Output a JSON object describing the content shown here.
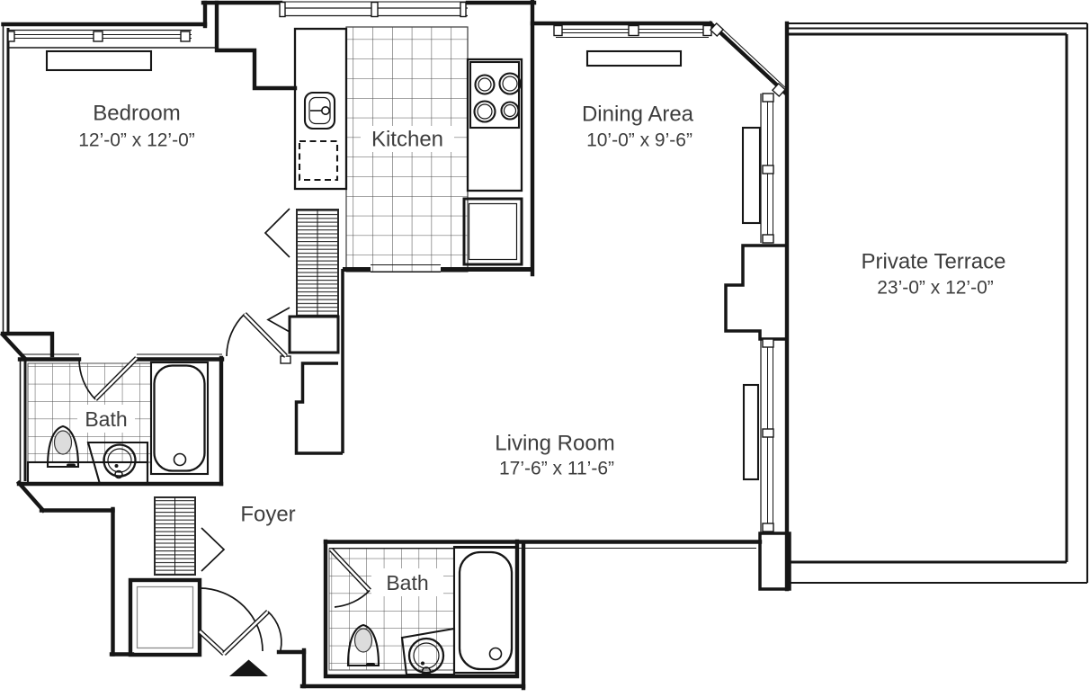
{
  "rooms": {
    "bedroom": {
      "name": "Bedroom",
      "dims": "12’-0” x 12’-0”"
    },
    "kitchen": {
      "name": "Kitchen"
    },
    "dining": {
      "name": "Dining Area",
      "dims": "10’-0” x 9’-6”"
    },
    "terrace": {
      "name": "Private Terrace",
      "dims": "23’-0” x 12’-0”"
    },
    "living": {
      "name": "Living Room",
      "dims": "17’-6” x 11’-6”"
    },
    "bath_left": {
      "name": "Bath"
    },
    "bath_lower": {
      "name": "Bath"
    },
    "foyer": {
      "name": "Foyer"
    }
  },
  "fixtures": {
    "kitchen": [
      "sink-icon",
      "dishwasher-dashed-icon",
      "range-4-burner-icon",
      "refrigerator-icon",
      "tile-floor"
    ],
    "bath_left": [
      "toilet-icon",
      "vanity-sink-icon",
      "bathtub-icon",
      "tile-floor",
      "swing-door"
    ],
    "bath_lower": [
      "toilet-icon",
      "vanity-sink-icon",
      "bathtub-icon",
      "tile-floor",
      "swing-door"
    ],
    "bedroom": [
      "window-band",
      "dresser-icon",
      "closet-shelves",
      "bifold-closet-door",
      "swing-door"
    ],
    "dining": [
      "window-band",
      "corner-window",
      "cabinet-icon",
      "radiator-icon"
    ],
    "living": [
      "radiator-icon",
      "window-wall"
    ],
    "terrace": [
      "parapet-railing",
      "terrace-door-pier"
    ],
    "foyer": [
      "coat-closet-shelves",
      "utility-closet-box",
      "entry-double-door",
      "entrance-arrow-icon"
    ]
  },
  "colors": {
    "line": "#161616",
    "text": "#3d3d3d",
    "fixture_fill": "#dcdcdc",
    "background": "#ffffff"
  }
}
